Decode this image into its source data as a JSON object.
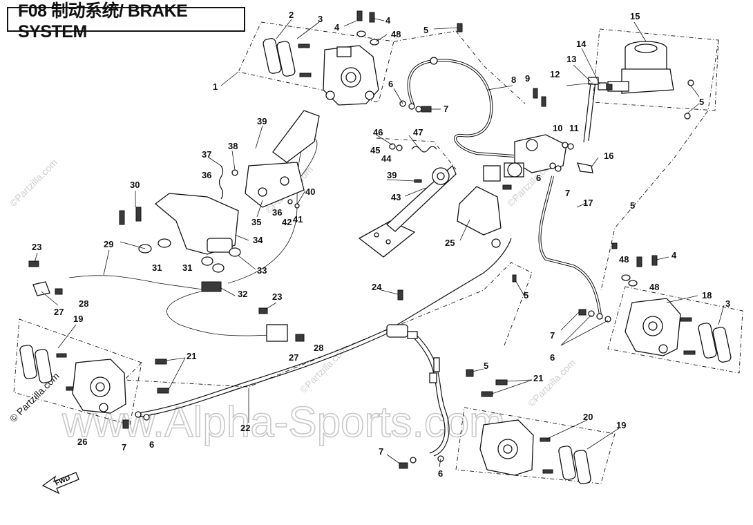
{
  "title": "F08 制动系统/ BRAKE SYSTEM",
  "watermarks": {
    "main": "www.Alpha-Sports.com",
    "partzilla": "© Partzilla.com",
    "partzilla_small": "©Partzilla.com"
  },
  "forward_label": "FWD",
  "callouts": [
    {
      "id": "c1",
      "label": "1"
    },
    {
      "id": "c2",
      "label": "2"
    },
    {
      "id": "c3a",
      "label": "3"
    },
    {
      "id": "c4a",
      "label": "4"
    },
    {
      "id": "c4b",
      "label": "4"
    },
    {
      "id": "c48a",
      "label": "48"
    },
    {
      "id": "c5a",
      "label": "5"
    },
    {
      "id": "c6a",
      "label": "6"
    },
    {
      "id": "c7a",
      "label": "7"
    },
    {
      "id": "c8",
      "label": "8"
    },
    {
      "id": "c9",
      "label": "9"
    },
    {
      "id": "c10",
      "label": "10"
    },
    {
      "id": "c11",
      "label": "11"
    },
    {
      "id": "c12",
      "label": "12"
    },
    {
      "id": "c13",
      "label": "13"
    },
    {
      "id": "c14",
      "label": "14"
    },
    {
      "id": "c15",
      "label": "15"
    },
    {
      "id": "c5b",
      "label": "5"
    },
    {
      "id": "c16",
      "label": "16"
    },
    {
      "id": "c6b",
      "label": "6"
    },
    {
      "id": "c7b",
      "label": "7"
    },
    {
      "id": "c17",
      "label": "17"
    },
    {
      "id": "c46",
      "label": "46"
    },
    {
      "id": "c47",
      "label": "47"
    },
    {
      "id": "c45",
      "label": "45"
    },
    {
      "id": "c44",
      "label": "44"
    },
    {
      "id": "c39a",
      "label": "39"
    },
    {
      "id": "c43",
      "label": "43"
    },
    {
      "id": "c25",
      "label": "25"
    },
    {
      "id": "c39b",
      "label": "39"
    },
    {
      "id": "c38",
      "label": "38"
    },
    {
      "id": "c37",
      "label": "37"
    },
    {
      "id": "c36a",
      "label": "36"
    },
    {
      "id": "c40",
      "label": "40"
    },
    {
      "id": "c36b",
      "label": "36"
    },
    {
      "id": "c42",
      "label": "42"
    },
    {
      "id": "c41",
      "label": "41"
    },
    {
      "id": "c35",
      "label": "35"
    },
    {
      "id": "c30",
      "label": "30"
    },
    {
      "id": "c34",
      "label": "34"
    },
    {
      "id": "c31a",
      "label": "31"
    },
    {
      "id": "c31b",
      "label": "31"
    },
    {
      "id": "c33",
      "label": "33"
    },
    {
      "id": "c23a",
      "label": "23"
    },
    {
      "id": "c29",
      "label": "29"
    },
    {
      "id": "c27a",
      "label": "27"
    },
    {
      "id": "c28a",
      "label": "28"
    },
    {
      "id": "c32",
      "label": "32"
    },
    {
      "id": "c23b",
      "label": "23"
    },
    {
      "id": "c27b",
      "label": "27"
    },
    {
      "id": "c28b",
      "label": "28"
    },
    {
      "id": "c19a",
      "label": "19"
    },
    {
      "id": "c21a",
      "label": "21"
    },
    {
      "id": "c26",
      "label": "26"
    },
    {
      "id": "c7c",
      "label": "7"
    },
    {
      "id": "c6c",
      "label": "6"
    },
    {
      "id": "c22",
      "label": "22"
    },
    {
      "id": "c24",
      "label": "24"
    },
    {
      "id": "c5c",
      "label": "5"
    },
    {
      "id": "c5d",
      "label": "5"
    },
    {
      "id": "c5e",
      "label": "5"
    },
    {
      "id": "c21b",
      "label": "21"
    },
    {
      "id": "c20",
      "label": "20"
    },
    {
      "id": "c19b",
      "label": "19"
    },
    {
      "id": "c7d",
      "label": "7"
    },
    {
      "id": "c6d",
      "label": "6"
    },
    {
      "id": "c4c",
      "label": "4"
    },
    {
      "id": "c48b",
      "label": "48"
    },
    {
      "id": "c48c",
      "label": "48"
    },
    {
      "id": "c18",
      "label": "18"
    },
    {
      "id": "c3b",
      "label": "3"
    },
    {
      "id": "c7e",
      "label": "7"
    },
    {
      "id": "c6e",
      "label": "6"
    }
  ]
}
